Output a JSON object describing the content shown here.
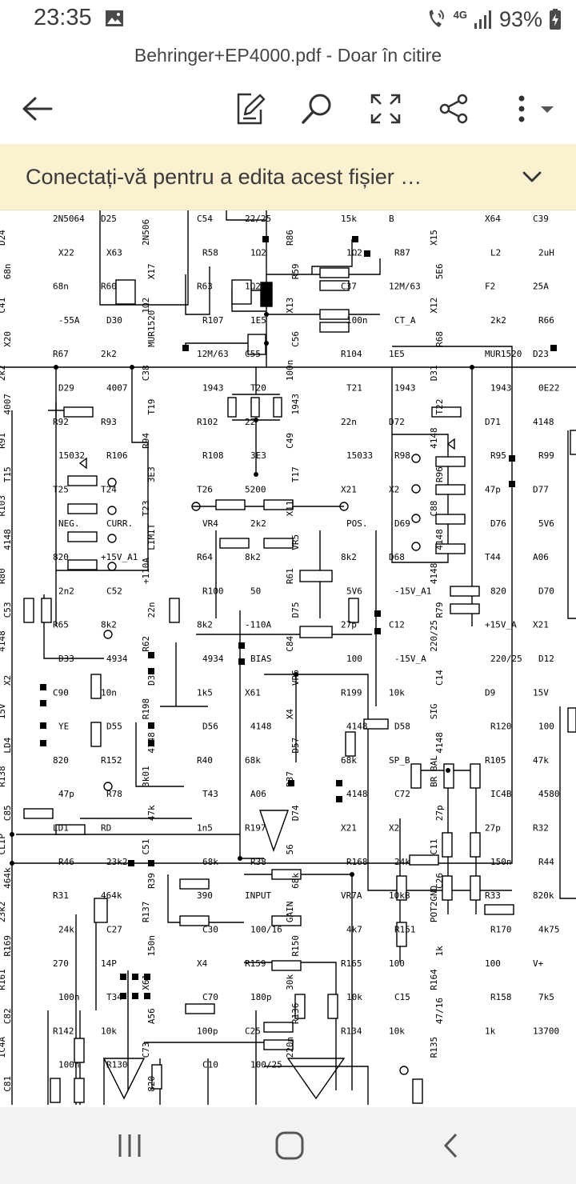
{
  "status_bar": {
    "time": "23:35",
    "network": "4G",
    "battery": "93%"
  },
  "document": {
    "title": "Behringer+EP4000.pdf - Doar în citire"
  },
  "toolbar": {
    "back_icon": "back-arrow-icon",
    "edit_icon": "edit-pen-icon",
    "search_icon": "search-icon",
    "fullscreen_icon": "fullscreen-icon",
    "share_icon": "share-icon",
    "more_icon": "more-vert-icon"
  },
  "banner": {
    "text": "Conectați-vă pentru a edita acest fișier …"
  },
  "schematic": {
    "labels": [
      "D24",
      "2N5064",
      "D25",
      "2N506",
      "C54",
      "22/25",
      "R86",
      "15k",
      "B",
      "X15",
      "X64",
      "C39",
      "68n",
      "X22",
      "X63",
      "X17",
      "R58",
      "1Ω2",
      "R59",
      "1Ω2",
      "R87",
      "5E6",
      "L2",
      "2uH",
      "C41",
      "68n",
      "R60",
      "1Ω2",
      "R63",
      "1Ω2",
      "X13",
      "C37",
      "12M/63",
      "X12",
      "F2",
      "25A",
      "X20",
      "-55A",
      "D30",
      "MUR1520",
      "R107",
      "1E5",
      "C56",
      "100n",
      "CT_A",
      "R68",
      "2k2",
      "R66",
      "2k2",
      "R67",
      "2k2",
      "C38",
      "12M/63",
      "C55",
      "100n",
      "R104",
      "1E5",
      "D31",
      "MUR1520",
      "D23",
      "4007",
      "D29",
      "4007",
      "T19",
      "1943",
      "T20",
      "1943",
      "T21",
      "1943",
      "T22",
      "1943",
      "0E22",
      "R91",
      "R92",
      "R93",
      "R94",
      "R102",
      "22",
      "C49",
      "22n",
      "D72",
      "4148",
      "D71",
      "4148",
      "T15",
      "15032",
      "R106",
      "3E3",
      "R108",
      "3E3",
      "T17",
      "15033",
      "R98",
      "R96",
      "R95",
      "R99",
      "R103",
      "T25",
      "T24",
      "T23",
      "T26",
      "5200",
      "X11",
      "X21",
      "X2",
      "C88",
      "47p",
      "D77",
      "4148",
      "NEG.",
      "CURR.",
      "LIMIT",
      "VR4",
      "2k2",
      "VR5",
      "POS.",
      "D69",
      "4148",
      "D76",
      "5V6",
      "R80",
      "820",
      "+15V_A1",
      "+110A",
      "R64",
      "8k2",
      "R61",
      "8k2",
      "D68",
      "4148",
      "T44",
      "A06",
      "C53",
      "2n2",
      "C52",
      "22n",
      "R100",
      "50",
      "D75",
      "5V6",
      "-15V_A1",
      "R79",
      "820",
      "D70",
      "4148",
      "R65",
      "8k2",
      "R62",
      "8k2",
      "-110A",
      "C84",
      "27p",
      "C12",
      "220/25",
      "+15V_A",
      "X21",
      "X2",
      "D33",
      "4934",
      "D32",
      "4934",
      "BIAS",
      "VR6",
      "100",
      "-15V_A",
      "C14",
      "220/25",
      "D12",
      "15V",
      "C90",
      "10n",
      "R198",
      "1k5",
      "X61",
      "X4",
      "R199",
      "10k",
      "SIG",
      "D9",
      "15V",
      "LD4",
      "YE",
      "D55",
      "4148",
      "D56",
      "4148",
      "D57",
      "4148",
      "D58",
      "4148",
      "R120",
      "100",
      "R138",
      "820",
      "R152",
      "3k01",
      "R40",
      "68k",
      "R37",
      "68k",
      "SP_B",
      "BR BAL",
      "R105",
      "47k",
      "C85",
      "47p",
      "R78",
      "47k",
      "T43",
      "A06",
      "D74",
      "4148",
      "C72",
      "27p",
      "IC4B",
      "4580",
      "CLIP",
      "LD1",
      "RD",
      "C51",
      "1n5",
      "R197",
      "56",
      "X21",
      "X2",
      "C11",
      "27p",
      "R32",
      "464k",
      "R46",
      "23k2",
      "R39",
      "68k",
      "R38",
      "68k",
      "R168",
      "24k",
      "C26",
      "150n",
      "R44",
      "23k2",
      "R31",
      "464k",
      "R137",
      "390",
      "INPUT",
      "GAIN",
      "VR7A",
      "10kB",
      "POT2GND",
      "R33",
      "820k",
      "R169",
      "24k",
      "C27",
      "150n",
      "C30",
      "100/16",
      "R150",
      "4k7",
      "R151",
      "1k",
      "R170",
      "4k75",
      "R161",
      "270",
      "14P",
      "X61",
      "X4",
      "R159",
      "30k",
      "R165",
      "100",
      "R164",
      "100",
      "V+",
      "C82",
      "100n",
      "T34",
      "A56",
      "C70",
      "180p",
      "R136",
      "10k",
      "C15",
      "47/16",
      "R158",
      "7k5",
      "IC4A",
      "R142",
      "10k",
      "C73",
      "100p",
      "C25",
      "220n",
      "R134",
      "10k",
      "R135",
      "1k",
      "13700",
      "C81",
      "100n",
      "R130",
      "820",
      "C10",
      "100/25"
    ]
  },
  "nav_bar": {
    "recents_icon": "recent-apps-icon",
    "home_icon": "home-icon",
    "back_icon": "back-icon"
  },
  "colors": {
    "banner_bg": "#fbf0cf",
    "nav_bg": "#f2f2f2",
    "ink": "#000000"
  }
}
